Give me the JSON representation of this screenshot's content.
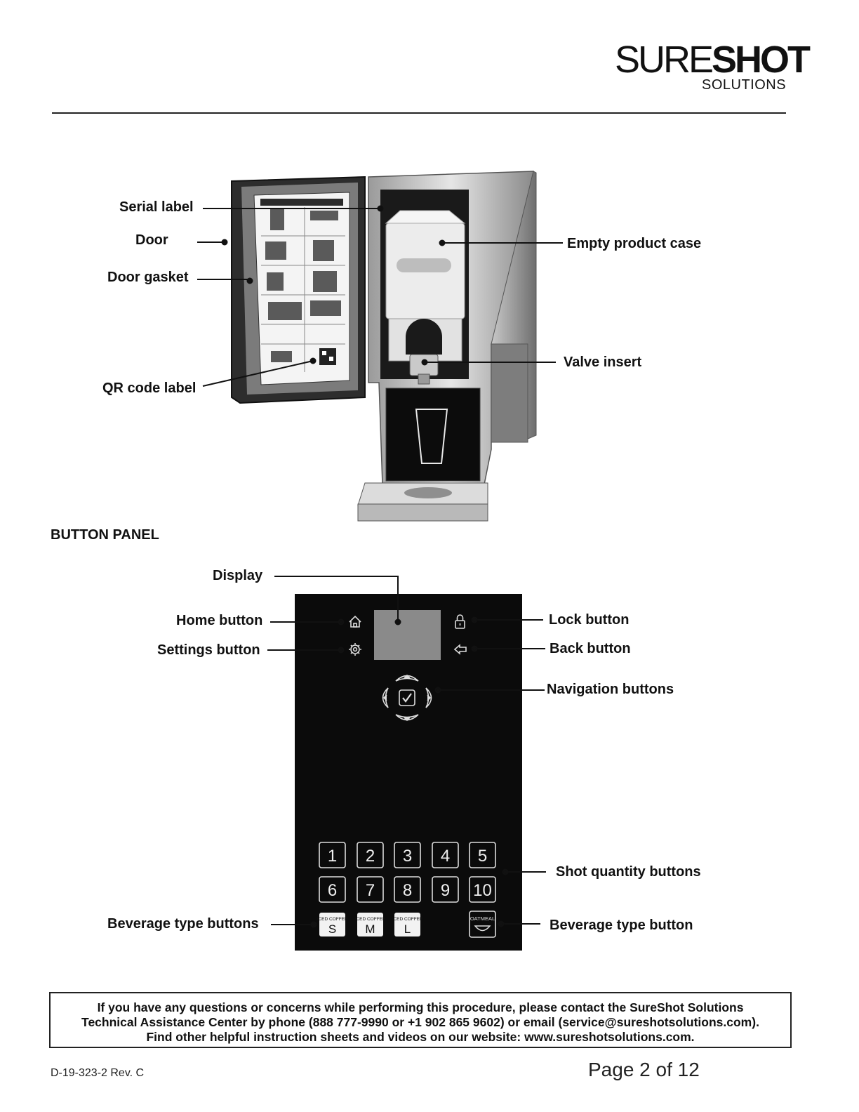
{
  "header": {
    "logo_light": "SURE",
    "logo_bold": "SHOT",
    "logo_sub": "SOLUTIONS"
  },
  "dispenser_labels": {
    "serial_label": "Serial label",
    "door": "Door",
    "door_gasket": "Door gasket",
    "qr_code_label": "QR code label",
    "empty_product_case": "Empty product case",
    "valve_insert": "Valve insert"
  },
  "section_title": "BUTTON PANEL",
  "panel_labels": {
    "display": "Display",
    "home_button": "Home button",
    "settings_button": "Settings button",
    "lock_button": "Lock button",
    "back_button": "Back button",
    "navigation_buttons": "Navigation buttons",
    "shot_quantity_buttons": "Shot quantity buttons",
    "beverage_type_buttons": "Beverage type buttons",
    "beverage_type_button": "Beverage type button"
  },
  "panel": {
    "shot_numbers": [
      "1",
      "2",
      "3",
      "4",
      "5",
      "6",
      "7",
      "8",
      "9",
      "10"
    ],
    "beverage_buttons": [
      {
        "top": "ICED COFFEE",
        "size": "S"
      },
      {
        "top": "ICED COFFEE",
        "size": "M"
      },
      {
        "top": "ICED COFFEE",
        "size": "L"
      }
    ],
    "oatmeal_label": "OATMEAL"
  },
  "footer": {
    "line1": "If you have any questions or concerns while performing this procedure, please contact the SureShot Solutions",
    "line2": "Technical Assistance Center by phone (888 777-9990 or +1 902 865 9602) or email (service@sureshotsolutions.com).",
    "line3": "Find other helpful instruction sheets and videos on our website: www.sureshotsolutions.com.",
    "doc_id": "D-19-323-2 Rev. C",
    "page": "Page 2 of 12"
  }
}
